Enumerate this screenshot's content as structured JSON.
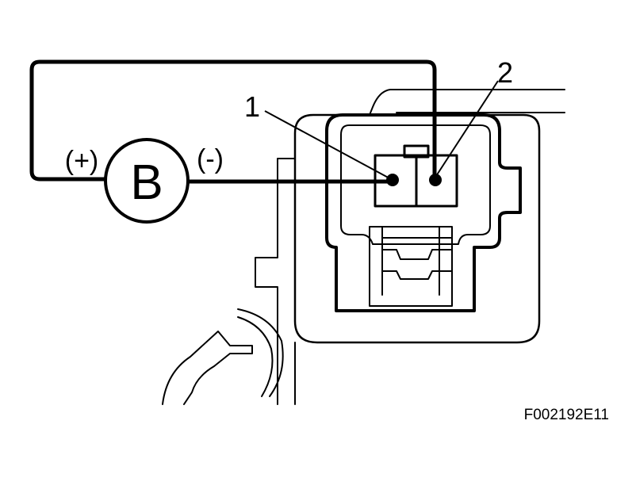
{
  "labels": {
    "terminal_1": "1",
    "terminal_2": "2",
    "battery": "B",
    "positive": "(+)",
    "negative": "(-)"
  },
  "figure_code": "F002192E11",
  "colors": {
    "line": "#000000",
    "background": "#ffffff"
  }
}
